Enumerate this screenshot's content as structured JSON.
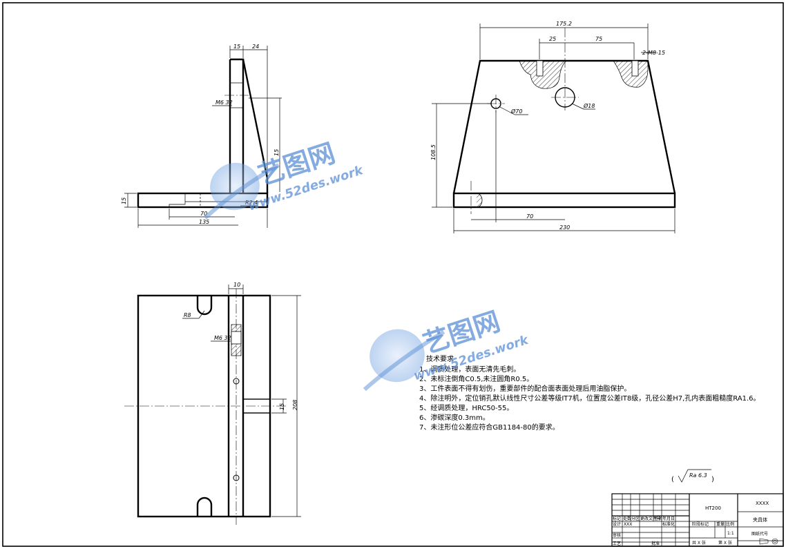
{
  "front_view": {
    "dims": [
      "15",
      "24",
      "15",
      "15",
      "70",
      "135"
    ],
    "callouts": [
      "M6 32",
      "R2.4"
    ]
  },
  "side_view": {
    "dims": [
      "175.2",
      "25",
      "75",
      "2-M8-15",
      "108.5",
      "70",
      "230"
    ],
    "callouts": [
      "Ø70",
      "Ø18"
    ]
  },
  "top_view": {
    "dims": [
      "10",
      "15",
      "208"
    ],
    "callouts": [
      "R8",
      "M6 32"
    ]
  },
  "tech_requirements": {
    "title": "技术要求",
    "items": [
      "1、调质处理，表面无清先毛刺。",
      "2、未标注倒角C0.5,未注圆角R0.5。",
      "3、工件表面不得有划伤，重要部件的配合面表面处理后用油脂保护。",
      "4、除注明外，定位销孔默认线性尺寸公差等级IT7机，位置度公差IT8级，孔径公差H7,孔内表面粗糙度RA1.6。",
      "5、经调质处理，HRC50-55。",
      "6、渗碳深度0.3mm。",
      "7、未注形位公差应符合GB1184-80的要求。"
    ]
  },
  "roughness": "Ra 6.3",
  "title_block": {
    "material": "HT200",
    "company": "XXXX",
    "part_name": "夹具体",
    "drawing_no": "图纸代号",
    "scale_value": "1:1",
    "labels": {
      "row1": [
        "标记",
        "处数",
        "分区",
        "更改文件号",
        "签名",
        "年月日"
      ],
      "row2": [
        "设计",
        "XXX",
        "标准化"
      ],
      "row3": [
        "审核"
      ],
      "row4": [
        "工艺",
        "批准"
      ],
      "stage": [
        "阶段标记",
        "重量",
        "比例"
      ],
      "sheets": [
        "共 X 张",
        "第 X 张"
      ]
    }
  },
  "watermark": {
    "text_cn": "艺图网",
    "url": "www.52des.work"
  }
}
